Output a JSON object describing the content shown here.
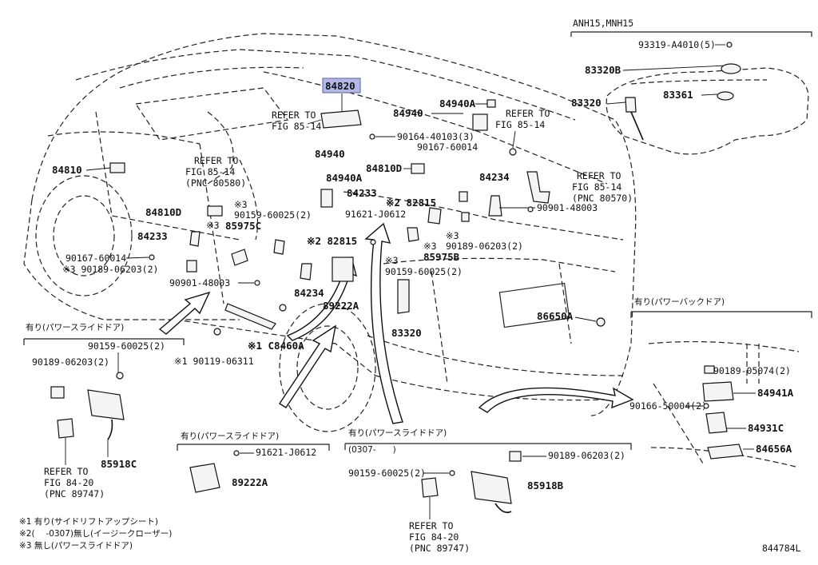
{
  "highlight_part": "84820",
  "figure_code": "844784L",
  "tank_inset": {
    "header": "ANH15,MNH15",
    "labels": {
      "bolt": "93319-A4010(5)",
      "gauge_upper": "83320B",
      "gauge_bracket": "83361",
      "gauge": "83320"
    }
  },
  "main_labels": {
    "l84820": "84820",
    "refer_a": [
      "REFER TO",
      "FIG 85-14"
    ],
    "l84940_top": "84940",
    "l84940a_top": "84940A",
    "refer_b": [
      "REFER TO",
      "FIG 85-14"
    ],
    "l90164": "90164-40103(3)",
    "l90167_a": "90167-60014",
    "l84810": "84810",
    "refer_c": [
      "REFER TO",
      "FIG 85-14",
      "(PNC 80580)"
    ],
    "l84940_mid": "84940",
    "l84940a_mid": "84940A",
    "l84810d_top": "84810D",
    "l84233_mid": "84233",
    "l84234_right": "84234",
    "refer_d": [
      "REFER TO",
      "FIG 85-14",
      "(PNC 80570)"
    ],
    "l82815_a": "※2 82815",
    "l84810d_left": "84810D",
    "l90159_a": "90159-60025(2)",
    "l91621_a": "91621-J0612",
    "l90901_a": "90901-48003",
    "l3_a": "※3",
    "l3_b": "※3",
    "l85975c": "85975C",
    "l84233_left": "84233",
    "l82815_b": "※2 82815",
    "l3_c": "※3",
    "l90189_a": "90189-06203(2)",
    "l3_d": "※3",
    "l85975b": "85975B",
    "l90167_b": "90167-60014",
    "l90189_b": "※3 90189-06203(2)",
    "l3_e": "※3",
    "l90159_b": "90159-60025(2)",
    "l90901_b": "90901-48003",
    "l84234_mid": "84234",
    "l89222a_mid": "89222A",
    "l83320_main": "83320",
    "l86650a": "86650A",
    "l1_a": "※1 90119-06311",
    "l1_b": "※1 C8460A"
  },
  "inset_slide_left": {
    "header": "有り(パワースライドドア)",
    "labels": {
      "bolt": "90159-60025(2)",
      "clip": "90189-06203(2)",
      "refer": [
        "REFER TO",
        "FIG 84-20",
        "(PNC 89747)"
      ],
      "ecu": "85918C"
    }
  },
  "inset_slide_mid": {
    "header": "有り(パワースライドドア)",
    "labels": {
      "bolt": "91621-J0612",
      "part": "89222A"
    }
  },
  "inset_slide_date": {
    "header": "有り(パワースライドドア)",
    "sub": "(0307-　　)",
    "labels": {
      "clip": "90189-06203(2)",
      "bolt": "90159-60025(2)",
      "ecu": "85918B",
      "refer": [
        "REFER TO",
        "FIG 84-20",
        "(PNC 89747)"
      ]
    }
  },
  "inset_back_door": {
    "header": "有り(パワーバックドア)",
    "labels": {
      "clip": "90189-05074(2)",
      "a": "84941A",
      "screw": "90166-50004(2)",
      "b": "84931C",
      "c": "84656A"
    }
  },
  "footnotes": [
    "※1 有り(サイドリフトアップシート)",
    "※2(　 -0307)無し(イージークローザー)",
    "※3 無し(パワースライドドア)"
  ]
}
